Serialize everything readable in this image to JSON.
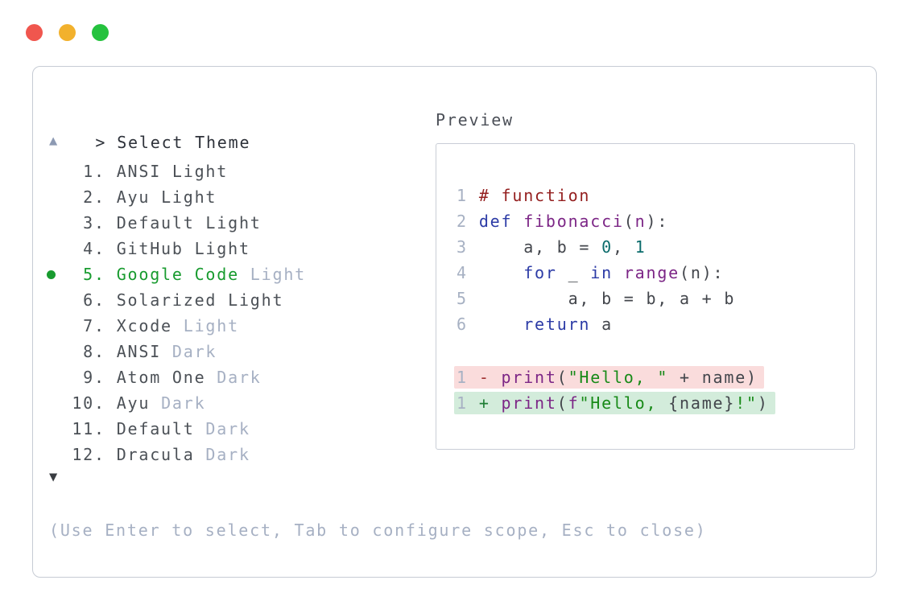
{
  "window": {
    "controls": [
      {
        "name": "close",
        "color": "#f0564e"
      },
      {
        "name": "minimize",
        "color": "#f2b12d"
      },
      {
        "name": "zoom",
        "color": "#25c23e"
      }
    ]
  },
  "selector": {
    "prompt": ">",
    "title": "Select Theme",
    "scroll_up_glyph": "▲",
    "scroll_down_glyph": "▼",
    "footer": "(Use Enter to select, Tab to configure scope, Esc to close)",
    "selected_number": "5",
    "items": [
      {
        "number": "1",
        "name": "ANSI",
        "variant": "Light",
        "variant_muted": false,
        "selected": false
      },
      {
        "number": "2",
        "name": "Ayu",
        "variant": "Light",
        "variant_muted": false,
        "selected": false
      },
      {
        "number": "3",
        "name": "Default",
        "variant": "Light",
        "variant_muted": false,
        "selected": false
      },
      {
        "number": "4",
        "name": "GitHub",
        "variant": "Light",
        "variant_muted": false,
        "selected": false
      },
      {
        "number": "5",
        "name": "Google Code",
        "variant": "Light",
        "variant_muted": true,
        "selected": true
      },
      {
        "number": "6",
        "name": "Solarized",
        "variant": "Light",
        "variant_muted": false,
        "selected": false
      },
      {
        "number": "7",
        "name": "Xcode",
        "variant": "Light",
        "variant_muted": true,
        "selected": false
      },
      {
        "number": "8",
        "name": "ANSI",
        "variant": "Dark",
        "variant_muted": true,
        "selected": false
      },
      {
        "number": "9",
        "name": "Atom One",
        "variant": "Dark",
        "variant_muted": true,
        "selected": false
      },
      {
        "number": "10",
        "name": "Ayu",
        "variant": "Dark",
        "variant_muted": true,
        "selected": false
      },
      {
        "number": "11",
        "name": "Default",
        "variant": "Dark",
        "variant_muted": true,
        "selected": false
      },
      {
        "number": "12",
        "name": "Dracula",
        "variant": "Dark",
        "variant_muted": true,
        "selected": false
      }
    ]
  },
  "preview": {
    "title": "Preview",
    "code_lines": [
      {
        "ln": "1",
        "tokens": [
          [
            "comment",
            "# function"
          ]
        ]
      },
      {
        "ln": "2",
        "tokens": [
          [
            "kw",
            "def"
          ],
          [
            "plain",
            " "
          ],
          [
            "fn",
            "fibonacci"
          ],
          [
            "plain",
            "("
          ],
          [
            "fn",
            "n"
          ],
          [
            "plain",
            "):"
          ]
        ]
      },
      {
        "ln": "3",
        "tokens": [
          [
            "plain",
            "    a, b = "
          ],
          [
            "lit",
            "0"
          ],
          [
            "plain",
            ", "
          ],
          [
            "lit",
            "1"
          ]
        ]
      },
      {
        "ln": "4",
        "tokens": [
          [
            "plain",
            "    "
          ],
          [
            "kw",
            "for"
          ],
          [
            "plain",
            " _ "
          ],
          [
            "kw",
            "in"
          ],
          [
            "plain",
            " "
          ],
          [
            "fn",
            "range"
          ],
          [
            "plain",
            "(n):"
          ]
        ]
      },
      {
        "ln": "5",
        "tokens": [
          [
            "plain",
            "        a, b = b, a + b"
          ]
        ]
      },
      {
        "ln": "6",
        "tokens": [
          [
            "plain",
            "    "
          ],
          [
            "kw",
            "return"
          ],
          [
            "plain",
            " a"
          ]
        ]
      },
      {
        "blank": true
      },
      {
        "ln": "1",
        "diff": "removed",
        "tokens": [
          [
            "minus",
            "-"
          ],
          [
            "plain",
            " "
          ],
          [
            "fn",
            "print"
          ],
          [
            "plain",
            "("
          ],
          [
            "str",
            "\"Hello, \""
          ],
          [
            "plain",
            " + name)"
          ]
        ]
      },
      {
        "ln": "1",
        "diff": "added",
        "tokens": [
          [
            "plus",
            "+"
          ],
          [
            "plain",
            " "
          ],
          [
            "fn",
            "print"
          ],
          [
            "plain",
            "("
          ],
          [
            "fn",
            "f"
          ],
          [
            "str",
            "\"Hello, "
          ],
          [
            "plain",
            "{name}"
          ],
          [
            "str",
            "!\""
          ],
          [
            "plain",
            ")"
          ]
        ]
      }
    ]
  },
  "colors": {
    "selected_green": "#189b2f",
    "muted_text": "#a6b0c3",
    "header_text": "#2e323a",
    "list_text": "#4c5157",
    "panel_border": "#c6cbd4",
    "code": {
      "comment": "#941f1f",
      "keyword": "#2c3ba6",
      "function_name": "#7c2686",
      "literal": "#0c6c6c",
      "string": "#188a18",
      "plain": "#43464c",
      "line_number": "#a7b1c3",
      "removed_bg": "#fadcdc",
      "added_bg": "#d3ecdb",
      "minus_sign": "#a03030",
      "plus_sign": "#1d7c33"
    }
  }
}
